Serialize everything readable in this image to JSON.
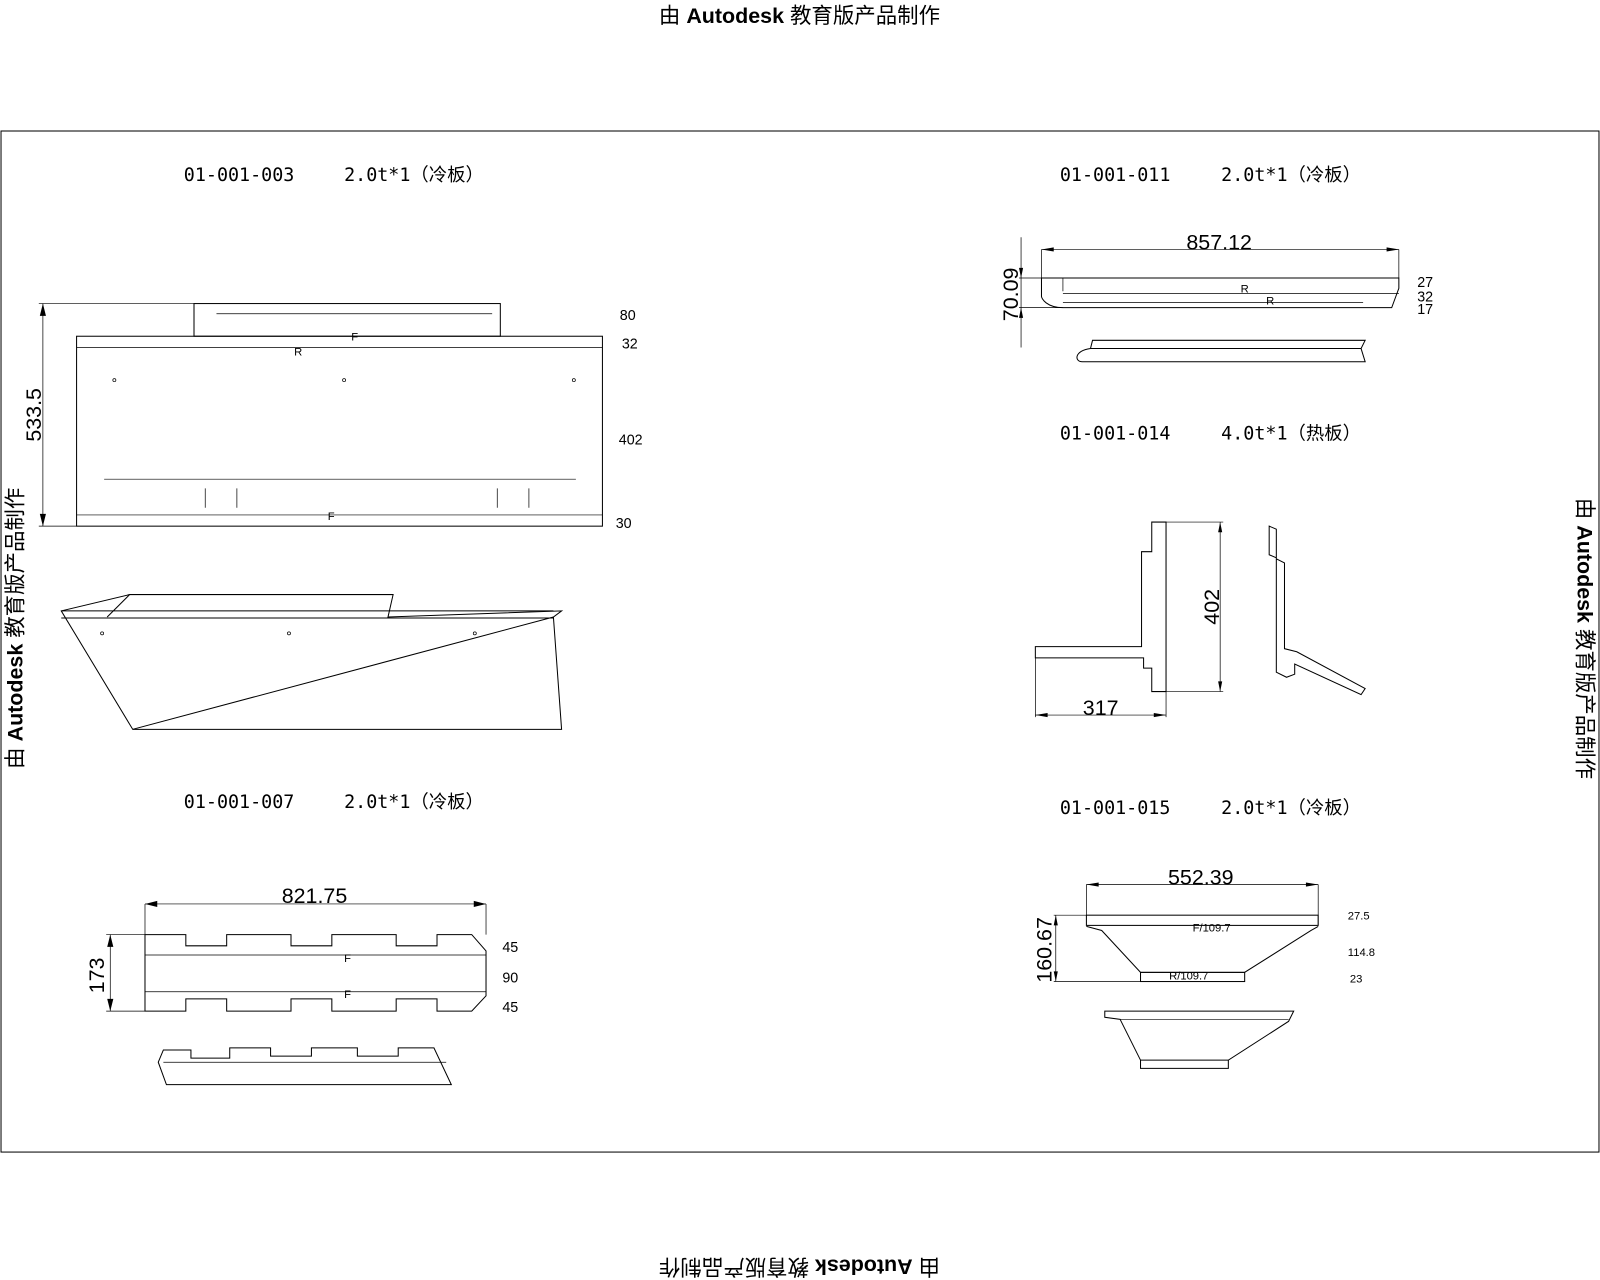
{
  "watermark": {
    "prefix": "由",
    "brand": "Autodesk",
    "suffix": "教育版产品制作"
  },
  "parts": [
    {
      "code": "01-001-003",
      "spec": "2.0t*1（冷板）",
      "dims": {
        "height": "533.5",
        "segments": [
          "80",
          "32",
          "402",
          "30"
        ]
      },
      "marks": [
        "F",
        "R",
        "F"
      ]
    },
    {
      "code": "01-001-007",
      "spec": "2.0t*1（冷板）",
      "dims": {
        "width": "821.75",
        "height": "173",
        "segments": [
          "45",
          "90",
          "45"
        ]
      },
      "marks": [
        "F",
        "F"
      ]
    },
    {
      "code": "01-001-011",
      "spec": "2.0t*1（冷板）",
      "dims": {
        "width": "857.12",
        "height": "70.09",
        "segments": [
          "27",
          "32",
          "17"
        ]
      },
      "marks": [
        "R",
        "R"
      ]
    },
    {
      "code": "01-001-014",
      "spec": "4.0t*1（热板）",
      "dims": {
        "height": "402",
        "width": "317"
      }
    },
    {
      "code": "01-001-015",
      "spec": "2.0t*1（冷板）",
      "dims": {
        "width": "552.39",
        "height": "160.67",
        "segments": [
          "27.5",
          "114.8",
          "23"
        ]
      },
      "marks": [
        "F/109.7",
        "R/109.7"
      ]
    }
  ]
}
